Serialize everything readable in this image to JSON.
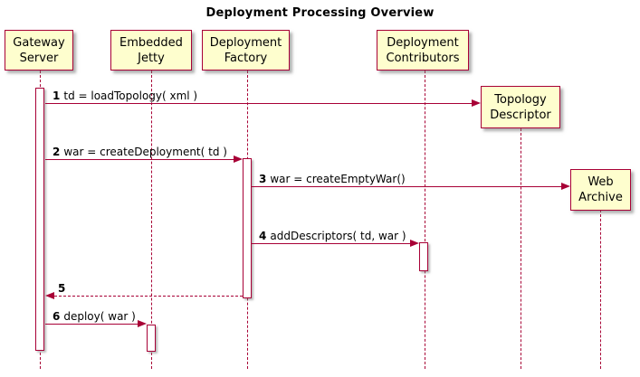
{
  "title": "Deployment Processing Overview",
  "colors": {
    "box_fill": "#FEFECE",
    "line_and_border": "#A80036",
    "text": "#000000",
    "background": "#FFFFFF"
  },
  "participants": [
    {
      "name": "Gateway Server",
      "line1": "Gateway",
      "line2": "Server"
    },
    {
      "name": "Embedded Jetty",
      "line1": "Embedded",
      "line2": "Jetty"
    },
    {
      "name": "Deployment Factory",
      "line1": "Deployment",
      "line2": "Factory"
    },
    {
      "name": "Deployment Contributors",
      "line1": "Deployment",
      "line2": "Contributors"
    },
    {
      "name": "Topology Descriptor",
      "line1": "Topology",
      "line2": "Descriptor"
    },
    {
      "name": "Web Archive",
      "line1": "Web",
      "line2": "Archive"
    }
  ],
  "messages": [
    {
      "num": "1",
      "text": "td = loadTopology( xml )",
      "from": "Gateway Server",
      "to": "Topology Descriptor",
      "style": "solid"
    },
    {
      "num": "2",
      "text": "war = createDeployment( td )",
      "from": "Gateway Server",
      "to": "Deployment Factory",
      "style": "solid"
    },
    {
      "num": "3",
      "text": "war = createEmptyWar()",
      "from": "Deployment Factory",
      "to": "Web Archive",
      "style": "solid"
    },
    {
      "num": "4",
      "text": "addDescriptors( td, war )",
      "from": "Deployment Factory",
      "to": "Deployment Contributors",
      "style": "solid"
    },
    {
      "num": "5",
      "text": "",
      "from": "Deployment Factory",
      "to": "Gateway Server",
      "style": "dashed-return"
    },
    {
      "num": "6",
      "text": "deploy( war )",
      "from": "Gateway Server",
      "to": "Embedded Jetty",
      "style": "solid"
    }
  ]
}
